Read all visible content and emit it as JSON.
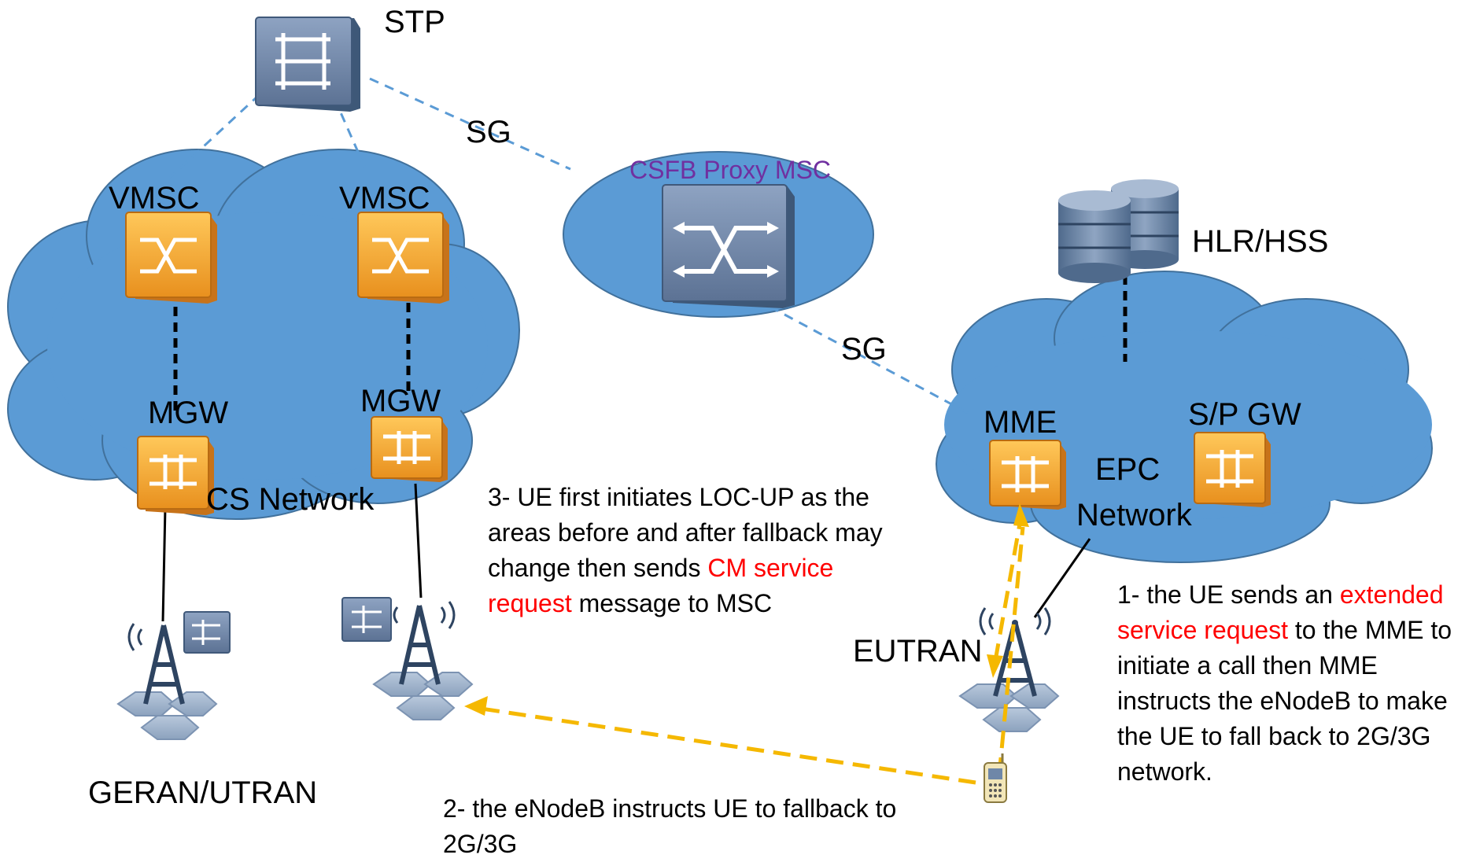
{
  "colors": {
    "cloud": "#5B9BD5",
    "cloud_outline": "#41719C",
    "orange_device": "#F5A623",
    "grey_device": "#6F87A8",
    "dashed_blue": "#5B9BD5",
    "fallback_arrow": "#F5B800",
    "highlight_text": "#FF0000",
    "proxy_label": "#7030A0"
  },
  "labels": {
    "stp": "STP",
    "sg_top": "SG",
    "sg_bottom": "SG",
    "csfb_proxy": "CSFB Proxy MSC",
    "vmsc_left": "VMSC",
    "vmsc_right": "VMSC",
    "mgw_left": "MGW",
    "mgw_right": "MGW",
    "cs_network": "CS Network",
    "hlr_hss": "HLR/HSS",
    "mme": "MME",
    "sp_gw": "S/P GW",
    "epc_line1": "EPC",
    "epc_line2": "Network",
    "eutran": "EUTRAN",
    "geran_utran": "GERAN/UTRAN"
  },
  "notes": {
    "step1": {
      "prefix": "1- the UE sends an ",
      "highlight": "extended service request",
      "suffix": " to the MME to initiate a call then MME instructs the eNodeB to make the UE to fall back to 2G/3G network."
    },
    "step2": {
      "text": "2-  the eNodeB instructs UE to fallback to 2G/3G"
    },
    "step3": {
      "prefix": "3- UE first initiates LOC-UP as the areas before and after fallback may change then sends ",
      "highlight": "CM service request",
      "suffix": " message to  MSC"
    }
  },
  "icons": {
    "stp": "stp-switch-icon",
    "csfb_proxy": "msc-switch-icon",
    "vmsc": "msc-switch-icon",
    "mgw": "media-gateway-icon",
    "hlr_hss": "database-icon",
    "base_station": "cell-tower-icon",
    "bsc": "controller-icon",
    "ue": "mobile-phone-icon"
  }
}
